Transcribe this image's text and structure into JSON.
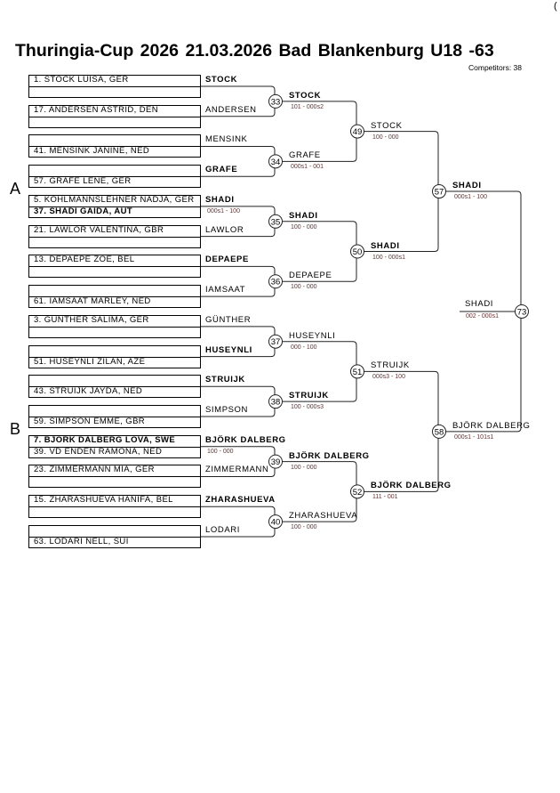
{
  "header": {
    "title": "Thuringia-Cup 2026  21.03.2026  Bad Blankenburg   U18 -63",
    "competitors": "Competitors: 38",
    "corner_mark": "("
  },
  "pools": [
    "A",
    "B"
  ],
  "boxes": [
    {
      "top": "1. STOCK LUISA, GER",
      "bottom": "",
      "label": "STOCK",
      "label_bold": true
    },
    {
      "top": "17. ANDERSEN ASTRID, DEN",
      "bottom": "",
      "label": "ANDERSEN",
      "label_bold": false
    },
    {
      "top": "",
      "bottom": "41. MENSINK JANINE, NED",
      "label": "MENSINK",
      "label_bold": false
    },
    {
      "top": "",
      "bottom": "57. GRAFE LENE, GER",
      "label": "GRAFE",
      "label_bold": true
    },
    {
      "top": "5. KOHLMANNSLEHNER NADJA, GER",
      "bottom": "37. SHADI GAIDA, AUT",
      "bottom_bold": true,
      "label": "SHADI",
      "label_bold": true,
      "score": "000s1 - 100"
    },
    {
      "top": "21. LAWLOR VALENTINA, GBR",
      "bottom": "",
      "label": "LAWLOR",
      "label_bold": false
    },
    {
      "top": "13. DEPAEPE ZOÉ, BEL",
      "bottom": "",
      "label": "DEPAEPE",
      "label_bold": true
    },
    {
      "top": "",
      "bottom": "61. IAMSAAT MARLEY, NED",
      "label": "IAMSAAT",
      "label_bold": false
    },
    {
      "top": "3. GÜNTHER SALIMA, GER",
      "bottom": "",
      "label": "GÜNTHER",
      "label_bold": false
    },
    {
      "top": "",
      "bottom": "51. HUSEYNLI ZILAN, AZE",
      "label": "HUSEYNLI",
      "label_bold": true
    },
    {
      "top": "",
      "bottom": "43. STRUIJK JAYDA, NED",
      "label": "STRUIJK",
      "label_bold": true
    },
    {
      "top": "",
      "bottom": "59. SIMPSON EMME, GBR",
      "label": "SIMPSON",
      "label_bold": false
    },
    {
      "top": "7. BJÖRK DALBERG LOVA, SWE",
      "top_bold": true,
      "bottom": "39. VD ENDEN RAMONA, NED",
      "label": "BJÖRK DALBERG",
      "label_bold": true,
      "score": "100 - 000"
    },
    {
      "top": "23. ZIMMERMANN MIA, GER",
      "bottom": "",
      "label": "ZIMMERMANN",
      "label_bold": false
    },
    {
      "top": "15. ZHARASHUEVA HANIFA, BEL",
      "bottom": "",
      "label": "ZHARASHUEVA",
      "label_bold": true
    },
    {
      "top": "",
      "bottom": "63. LODARI NELL, SUI",
      "label": "LODARI",
      "label_bold": false
    }
  ],
  "rounds": [
    [
      {
        "match": "33",
        "winner": "STOCK",
        "bold": true,
        "score": "101 - 000s2"
      },
      {
        "match": "34",
        "winner": "GRAFE",
        "bold": false,
        "score": "000s1 - 001"
      },
      {
        "match": "35",
        "winner": "SHADI",
        "bold": true,
        "score": "100 - 000"
      },
      {
        "match": "36",
        "winner": "DEPAEPE",
        "bold": false,
        "score": "100 - 000"
      },
      {
        "match": "37",
        "winner": "HUSEYNLI",
        "bold": false,
        "score": "000 - 100"
      },
      {
        "match": "38",
        "winner": "STRUIJK",
        "bold": true,
        "score": "100 - 000s3"
      },
      {
        "match": "39",
        "winner": "BJÖRK DALBERG",
        "bold": true,
        "score": "100 - 000"
      },
      {
        "match": "40",
        "winner": "ZHARASHUEVA",
        "bold": false,
        "score": "100 - 000"
      }
    ],
    [
      {
        "match": "49",
        "winner": "STOCK",
        "bold": false,
        "score": "100 - 000"
      },
      {
        "match": "50",
        "winner": "SHADI",
        "bold": true,
        "score": "100 - 000s1"
      },
      {
        "match": "51",
        "winner": "STRUIJK",
        "bold": false,
        "score": "000s3 - 100"
      },
      {
        "match": "52",
        "winner": "BJÖRK DALBERG",
        "bold": true,
        "score": "111 - 001"
      }
    ],
    [
      {
        "match": "57",
        "winner": "SHADI",
        "bold": true,
        "score": "000s1 - 100"
      },
      {
        "match": "58",
        "winner": "BJÖRK DALBERG",
        "bold": false,
        "score": "000s1 - 101s1"
      }
    ]
  ],
  "final": {
    "match": "73",
    "winner": "SHADI",
    "score": "002 - 000s1"
  }
}
